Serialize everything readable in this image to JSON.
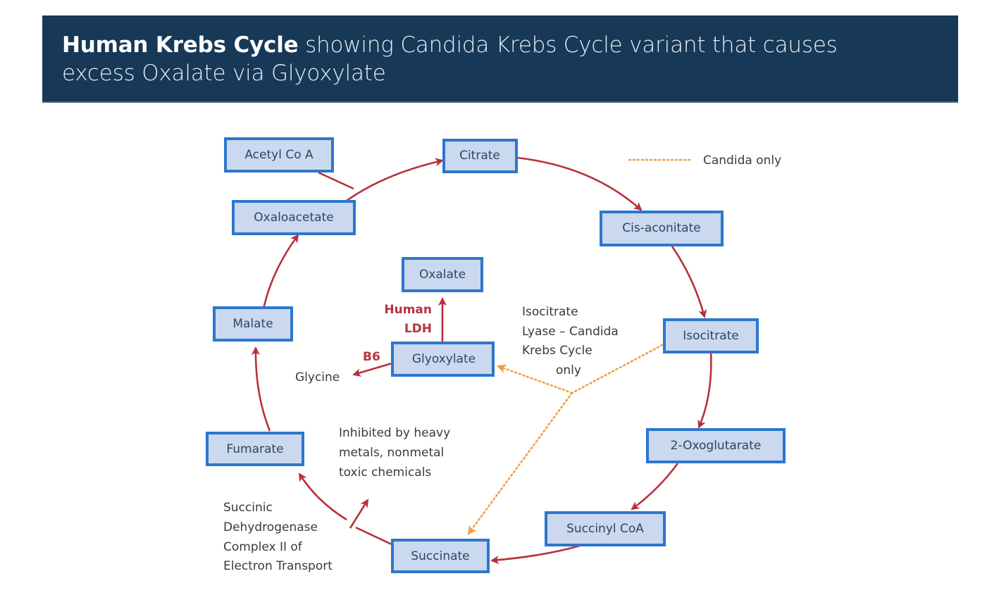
{
  "header": {
    "title_bold": "Human Krebs Cycle",
    "title_rest_line1": " showing Candida Krebs Cycle variant that causes",
    "title_line2": "excess Oxalate via Glyoxylate"
  },
  "colors": {
    "banner_bg": "#173857",
    "node_fill": "#cad8f0",
    "node_border": "#2d77cc",
    "cycle_arrow": "#b8303c",
    "candida_path": "#f0a040",
    "enzyme_label": "#b83240"
  },
  "legend": {
    "candida_only": "Candida only"
  },
  "nodes": {
    "acetyl_coa": "Acetyl Co A",
    "citrate": "Citrate",
    "cis_aconitate": "Cis-aconitate",
    "isocitrate": "Isocitrate",
    "oxoglutarate": "2-Oxoglutarate",
    "succinyl_coa": "Succinyl CoA",
    "succinate": "Succinate",
    "fumarate": "Fumarate",
    "malate": "Malate",
    "oxaloacetate": "Oxaloacetate",
    "glyoxylate": "Glyoxylate",
    "oxalate": "Oxalate"
  },
  "labels": {
    "glycine": "Glycine",
    "b6": "B6",
    "human_ldh": [
      "Human",
      "LDH"
    ],
    "isocitrate_lyase": [
      "Isocitrate",
      "Lyase – Candida",
      "Krebs Cycle",
      "only"
    ],
    "inhibited": [
      "Inhibited by heavy",
      "metals, nonmetal",
      "toxic chemicals"
    ],
    "succinic_dh": [
      "Succinic",
      "Dehydrogenase",
      "Complex II of",
      "Electron Transport"
    ]
  }
}
